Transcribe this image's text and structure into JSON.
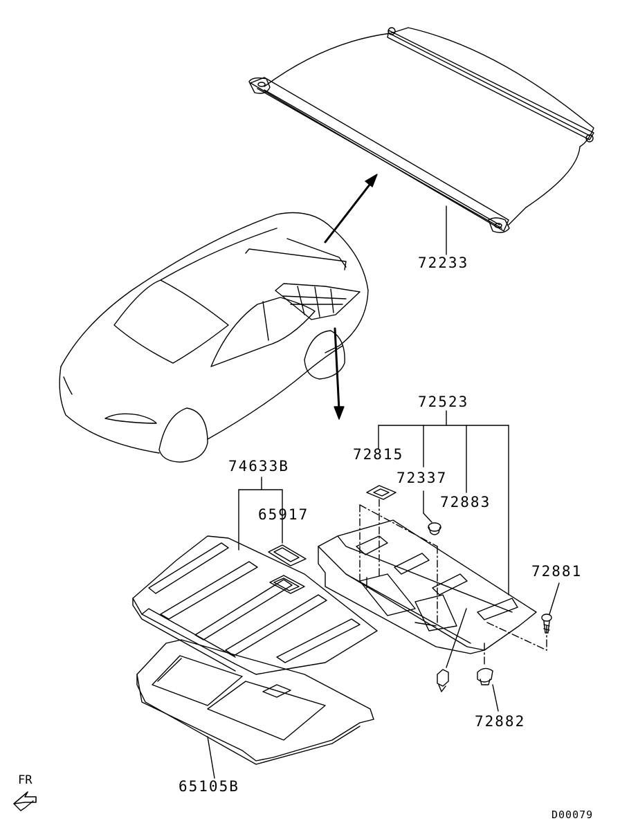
{
  "labels": {
    "p72233": "72233",
    "p72523": "72523",
    "p72815": "72815",
    "p72337": "72337",
    "p72883": "72883",
    "p74633B": "74633B",
    "p65917": "65917",
    "p72881": "72881",
    "p72882": "72882",
    "p65105B": "65105B"
  },
  "direction_label": "FR",
  "drawing_number": "D00079",
  "colors": {
    "line": "#000000",
    "background": "#ffffff"
  }
}
